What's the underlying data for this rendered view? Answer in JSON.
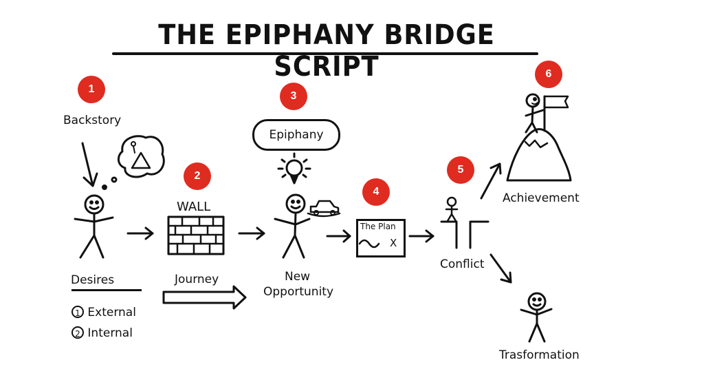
{
  "title": "THE EPIPHANY BRIDGE SCRIPT",
  "accent_color": "#e02b20",
  "steps": [
    {
      "number": "1",
      "label": "Backstory"
    },
    {
      "number": "2",
      "label": "WALL"
    },
    {
      "number": "3",
      "label": "Epiphany"
    },
    {
      "number": "4",
      "label": "The Plan"
    },
    {
      "number": "5",
      "label": "Conflict"
    },
    {
      "number": "6",
      "label": "Achievement"
    }
  ],
  "desires": {
    "heading": "Desires",
    "items": [
      {
        "num": "1",
        "label": "External"
      },
      {
        "num": "2",
        "label": "Internal"
      }
    ]
  },
  "journey_label": "Journey",
  "new_opportunity": [
    "New",
    "Opportunity"
  ],
  "plan_mark": "X",
  "transformation_label": "Trasformation"
}
